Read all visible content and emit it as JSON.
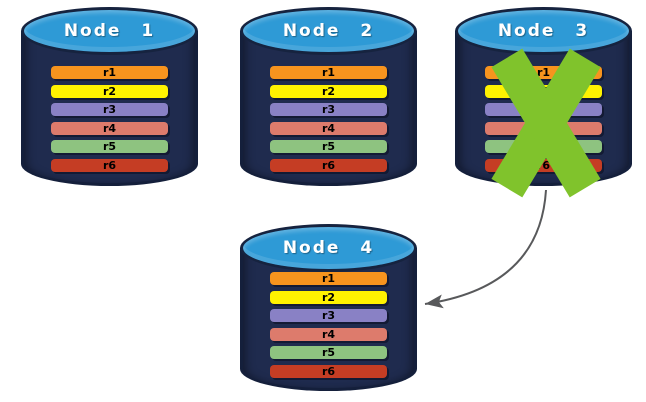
{
  "colors": {
    "background": "#FFFFFF",
    "cylinder_body": "#1F2B4E",
    "cylinder_border": "#141F3B",
    "cylinder_top": "#2E9AD6",
    "node_label": "#FFFFFF",
    "row_label": "#000000",
    "fail_x": "#80C32C",
    "arrow": "#58595B"
  },
  "nodes": [
    {
      "id": "node-1",
      "label": "Node 1",
      "failed": false,
      "rows": [
        {
          "label": "r1",
          "color": "#F7941E"
        },
        {
          "label": "r2",
          "color": "#FFF200"
        },
        {
          "label": "r3",
          "color": "#8981C5"
        },
        {
          "label": "r4",
          "color": "#DD7B6C"
        },
        {
          "label": "r5",
          "color": "#8EC380"
        },
        {
          "label": "r6",
          "color": "#C53D24"
        }
      ]
    },
    {
      "id": "node-2",
      "label": "Node 2",
      "failed": false,
      "rows": [
        {
          "label": "r1",
          "color": "#F7941E"
        },
        {
          "label": "r2",
          "color": "#FFF200"
        },
        {
          "label": "r3",
          "color": "#8981C5"
        },
        {
          "label": "r4",
          "color": "#DD7B6C"
        },
        {
          "label": "r5",
          "color": "#8EC380"
        },
        {
          "label": "r6",
          "color": "#C53D24"
        }
      ]
    },
    {
      "id": "node-3",
      "label": "Node 3",
      "failed": true,
      "rows": [
        {
          "label": "r1",
          "color": "#F7941E"
        },
        {
          "label": "r2",
          "color": "#FFF200"
        },
        {
          "label": "r3",
          "color": "#8981C5"
        },
        {
          "label": "r4",
          "color": "#DD7B6C"
        },
        {
          "label": "r5",
          "color": "#8EC380"
        },
        {
          "label": "r6",
          "color": "#C53D24"
        }
      ]
    },
    {
      "id": "node-4",
      "label": "Node 4",
      "failed": false,
      "rows": [
        {
          "label": "r1",
          "color": "#F7941E"
        },
        {
          "label": "r2",
          "color": "#FFF200"
        },
        {
          "label": "r3",
          "color": "#8981C5"
        },
        {
          "label": "r4",
          "color": "#DD7B6C"
        },
        {
          "label": "r5",
          "color": "#8EC380"
        },
        {
          "label": "r6",
          "color": "#C53D24"
        }
      ]
    }
  ],
  "arrow": {
    "from": "Node 3",
    "to": "Node 4"
  }
}
